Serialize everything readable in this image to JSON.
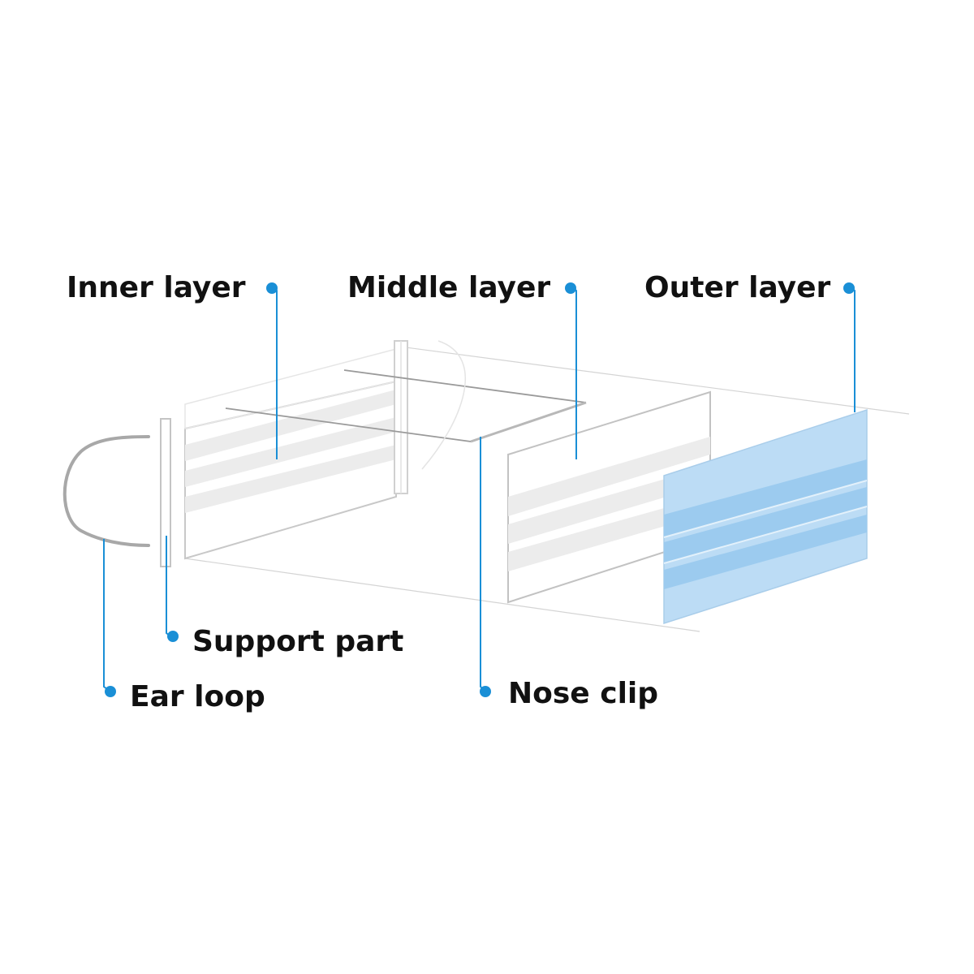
{
  "labels": {
    "inner_layer": "Inner layer",
    "middle_layer": "Middle layer",
    "outer_layer": "Outer layer",
    "support_part": "Support part",
    "ear_loop": "Ear loop",
    "nose_clip": "Nose clip"
  },
  "colors": {
    "callout": "#1a8fd6",
    "outer_layer_fill": "#bcdcf5",
    "outer_layer_band": "#9ccbef",
    "panel_stroke": "#c8c8c8",
    "pleat_fill": "#ececec",
    "ear_loop": "#a8a8a8"
  }
}
